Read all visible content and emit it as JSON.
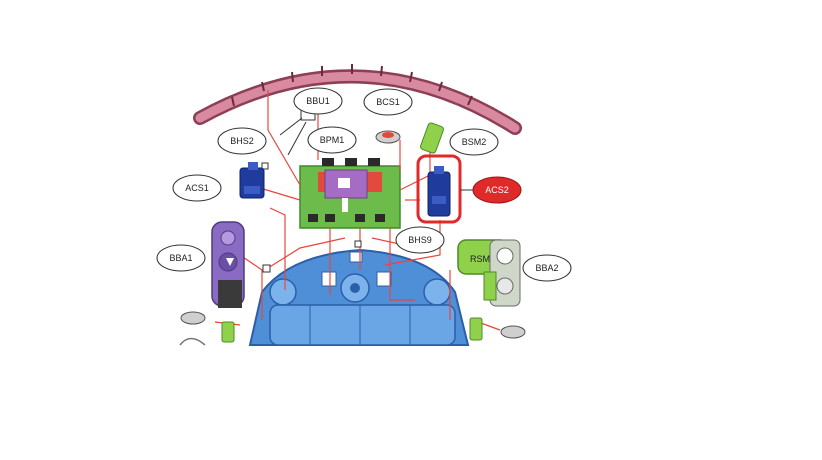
{
  "labels": {
    "bbu1": "BBU1",
    "bcs1": "BCS1",
    "bhs2": "BHS2",
    "bpm1": "BPM1",
    "bsm2": "BSM2",
    "acs1": "ACS1",
    "bhs9": "BHS9",
    "bba1": "BBA1",
    "bba2": "BBA2",
    "highlighted": "ACS2",
    "motor_text": "RSM"
  },
  "colors": {
    "wire": "#e8463c",
    "highlight": "#e02a2a",
    "board": "#6dbb4a",
    "chassis": "#4f8fd8",
    "bumper": "#c46a83",
    "sensor": "#1f3c9c",
    "module": "#8a6bc4",
    "gear": "#8fd14a"
  }
}
